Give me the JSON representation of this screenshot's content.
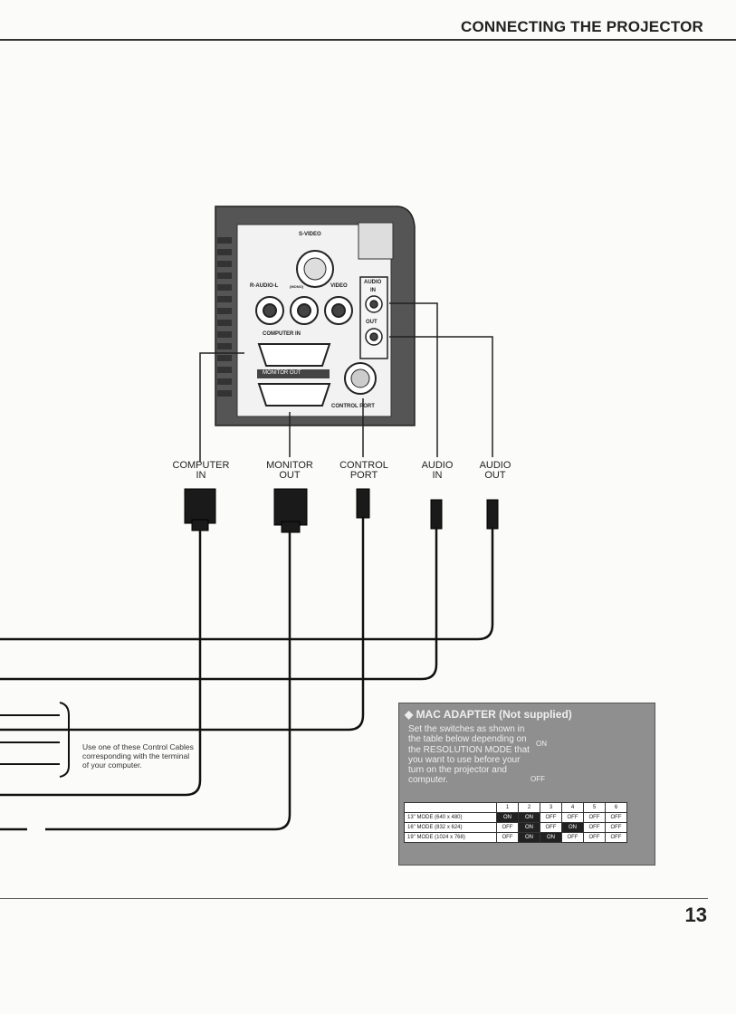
{
  "header": {
    "title": "CONNECTING THE PROJECTOR"
  },
  "panel": {
    "s_video": "S-VIDEO",
    "r_audio_l": "R-AUDIO-L",
    "mono": "(MONO)",
    "video": "VIDEO",
    "audio": "AUDIO",
    "in": "IN",
    "out": "OUT",
    "computer_in": "COMPUTER IN",
    "monitor_out": "MONITOR OUT",
    "control_port": "CONTROL PORT"
  },
  "terminals": [
    {
      "line1": "COMPUTER",
      "line2": "IN"
    },
    {
      "line1": "MONITOR",
      "line2": "OUT"
    },
    {
      "line1": "CONTROL",
      "line2": "PORT"
    },
    {
      "line1": "AUDIO",
      "line2": "IN"
    },
    {
      "line1": "AUDIO",
      "line2": "OUT"
    }
  ],
  "control_note": "Use one of these Control Cables corresponding with the terminal of your computer.",
  "mac_adapter": {
    "title": "◆ MAC ADAPTER (Not supplied)",
    "instructions": "Set the switches as shown in the table below depending on the RESOLUTION MODE that you want to use before your turn on the projector and computer.",
    "on_label": "ON",
    "off_label": "OFF",
    "switch_headers": [
      "1",
      "2",
      "3",
      "4",
      "5",
      "6"
    ],
    "rows": [
      {
        "mode": "13\" MODE (640 x 480)",
        "values": [
          "ON",
          "ON",
          "OFF",
          "OFF",
          "OFF",
          "OFF"
        ]
      },
      {
        "mode": "16\" MODE (832 x 624)",
        "values": [
          "OFF",
          "ON",
          "OFF",
          "ON",
          "OFF",
          "OFF"
        ]
      },
      {
        "mode": "19\" MODE (1024 x 768)",
        "values": [
          "OFF",
          "ON",
          "ON",
          "OFF",
          "OFF",
          "OFF"
        ]
      }
    ]
  },
  "footer": {
    "page_number": "13"
  }
}
